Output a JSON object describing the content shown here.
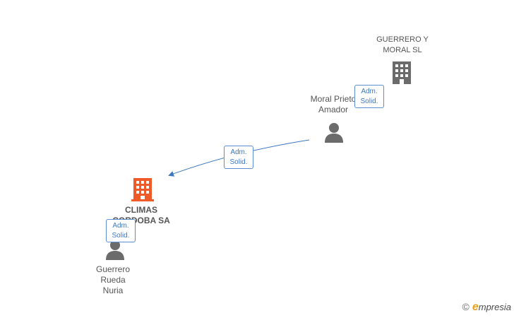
{
  "colors": {
    "edge": "#3d78c1",
    "company_main": "#f05a28",
    "company_other": "#6b6b6b",
    "person": "#6b6b6b"
  },
  "nodes": {
    "guerrero_moral": {
      "line1": "GUERRERO Y",
      "line2": "MORAL SL",
      "icon": "building-icon"
    },
    "moral_prieto": {
      "line1": "Moral Prieto",
      "line2": "Amador",
      "icon": "person-icon"
    },
    "climas": {
      "line1": "CLIMAS",
      "line2": "CORDOBA SA",
      "icon": "building-icon"
    },
    "guerrero_rueda": {
      "line1": "Guerrero",
      "line2": "Rueda",
      "line3": "Nuria",
      "icon": "person-icon"
    }
  },
  "edges": [
    {
      "line1": "Adm.",
      "line2": "Solid."
    },
    {
      "line1": "Adm.",
      "line2": "Solid."
    },
    {
      "line1": "Adm.",
      "line2": "Solid."
    }
  ],
  "brand": {
    "copyright": "©",
    "e": "e",
    "rest": "mpresia"
  }
}
